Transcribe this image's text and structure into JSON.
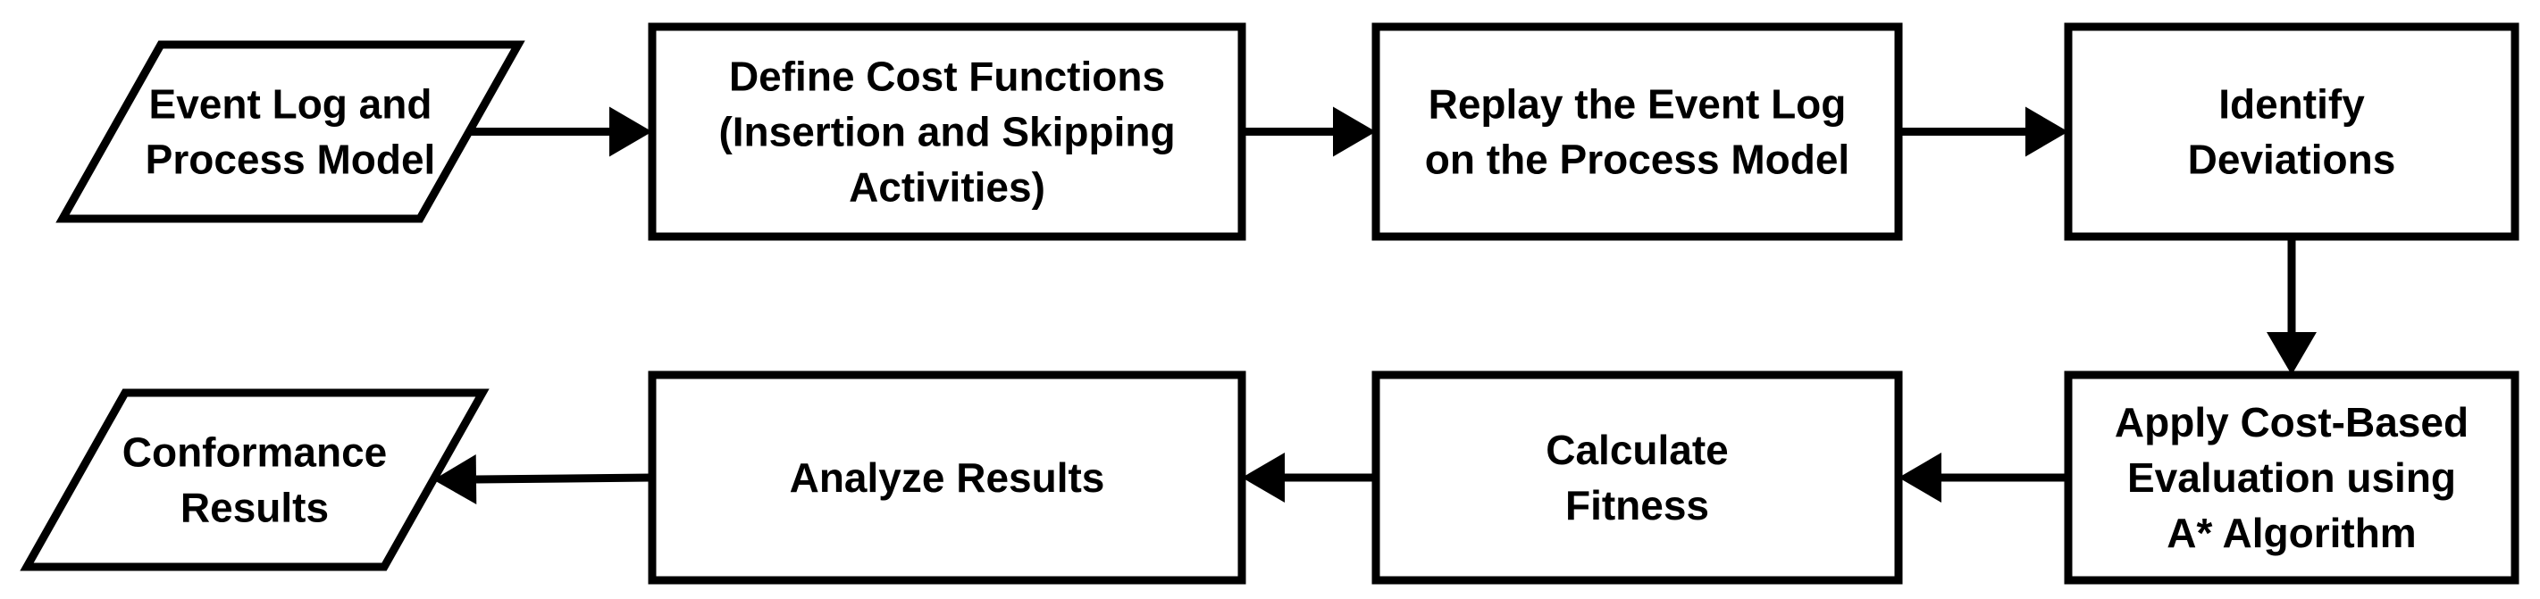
{
  "nodes": [
    {
      "id": "input",
      "shape": "parallelogram",
      "lines": [
        "Event Log and",
        "Process Model"
      ]
    },
    {
      "id": "define-cost",
      "shape": "rect",
      "lines": [
        "Define Cost Functions",
        "(Insertion and Skipping",
        "Activities)"
      ]
    },
    {
      "id": "replay",
      "shape": "rect",
      "lines": [
        "Replay the Event Log",
        "on the Process Model"
      ]
    },
    {
      "id": "identify",
      "shape": "rect",
      "lines": [
        "Identify",
        "Deviations"
      ]
    },
    {
      "id": "apply",
      "shape": "rect",
      "lines": [
        "Apply Cost-Based",
        "Evaluation using",
        "A* Algorithm"
      ]
    },
    {
      "id": "fitness",
      "shape": "rect",
      "lines": [
        "Calculate",
        "Fitness"
      ]
    },
    {
      "id": "analyze",
      "shape": "rect",
      "lines": [
        "Analyze Results"
      ]
    },
    {
      "id": "output",
      "shape": "parallelogram",
      "lines": [
        "Conformance",
        "Results"
      ]
    }
  ],
  "edges": [
    {
      "from": "input",
      "to": "define-cost"
    },
    {
      "from": "define-cost",
      "to": "replay"
    },
    {
      "from": "replay",
      "to": "identify"
    },
    {
      "from": "identify",
      "to": "apply"
    },
    {
      "from": "apply",
      "to": "fitness"
    },
    {
      "from": "fitness",
      "to": "analyze"
    },
    {
      "from": "analyze",
      "to": "output"
    }
  ]
}
